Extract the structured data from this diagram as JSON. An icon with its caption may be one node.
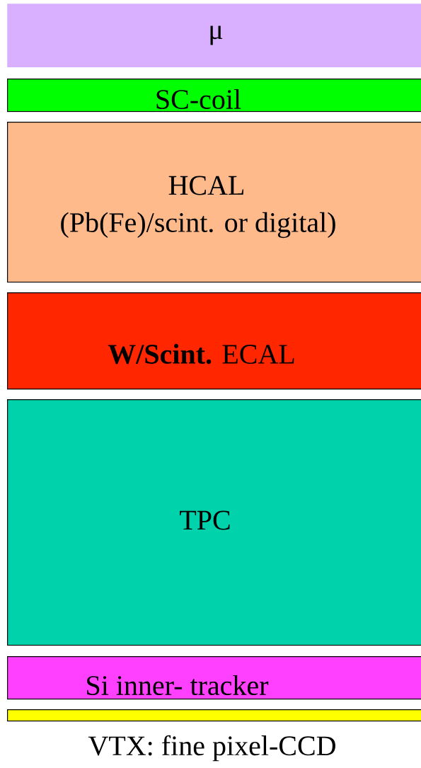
{
  "diagram": {
    "nodes": [
      {
        "text": [
          "μ"
        ]
      },
      {
        "text": [
          "SC-coil"
        ]
      },
      {
        "text": [
          "HCAL",
          "(Pb(Fe)/scint. or digital)"
        ]
      },
      {
        "text": [
          "**W/Scint.** ECAL"
        ]
      },
      {
        "text": [
          "TPC"
        ]
      },
      {
        "text": [
          "Si inner- tracker"
        ]
      },
      {
        "text": [
          "VTX: fine pixel-CCD"
        ]
      }
    ]
  }
}
